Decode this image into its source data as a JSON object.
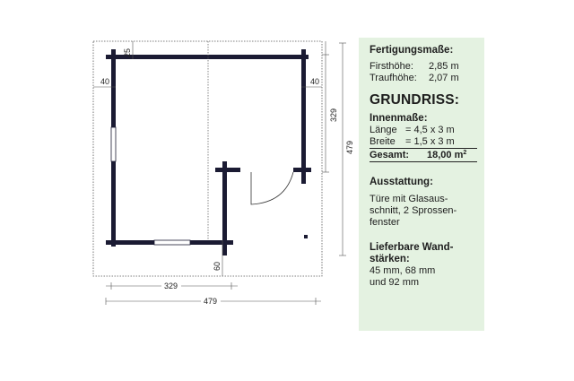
{
  "drawing": {
    "dims": {
      "wall_top": "25",
      "wall_left": "40",
      "wall_right": "40",
      "inner_height": "329",
      "outer_height": "479",
      "inner_width": "329",
      "outer_width": "479",
      "porch_wall": "60"
    },
    "line_color": "#1b1b33"
  },
  "panel": {
    "fert_heading": "Fertigungsmaße:",
    "first_label": "Firsthöhe:",
    "first_value": "2,85 m",
    "trauf_label": "Traufhöhe:",
    "trauf_value": "2,07 m",
    "title": "GRUNDRISS:",
    "innen_heading": "Innenmaße:",
    "laenge_label": "Länge",
    "laenge_value": "= 4,5 x 3 m",
    "breite_label": "Breite",
    "breite_value": "= 1,5 x 3 m",
    "gesamt_label": "Gesamt:",
    "gesamt_value": "18,00 m",
    "gesamt_sup": "2",
    "aus_heading": "Ausstattung:",
    "aus_line1": "Türe mit Glasaus-",
    "aus_line2": "schnitt, 2 Sprossen-",
    "aus_line3": "fenster",
    "wand_heading1": "Lieferbare Wand-",
    "wand_heading2": "stärken:",
    "wand_line1": "45 mm, 68 mm",
    "wand_line2": "und 92 mm",
    "bg_color": "#e4f2e1"
  }
}
